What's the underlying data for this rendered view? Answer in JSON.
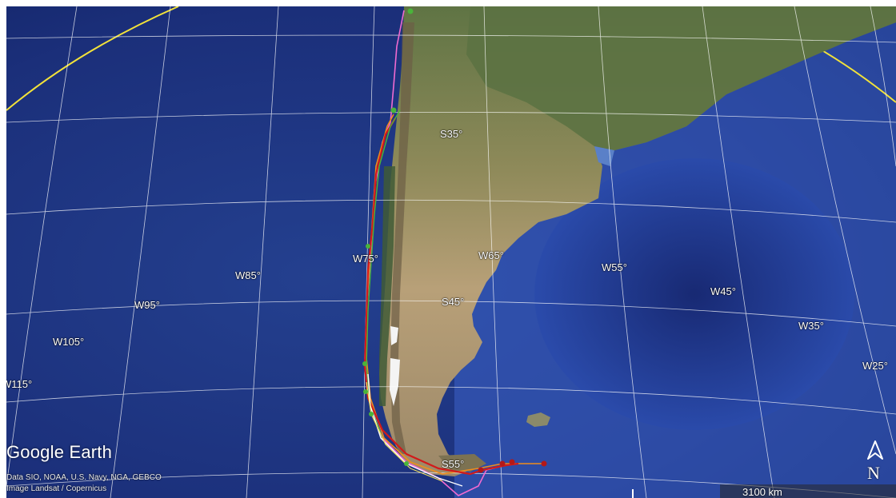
{
  "brand": "Google Earth",
  "attribution": {
    "line1": "Data SIO, NOAA, U.S. Navy, NGA, GEBCO",
    "line2": "Image Landsat / Copernicus"
  },
  "scale": {
    "label": "3100 km"
  },
  "compass": {
    "letter": "N"
  },
  "grid_labels": {
    "s35": "S35°",
    "s45": "S45°",
    "s55": "S55°",
    "w25": "W25°",
    "w35": "W35°",
    "w45": "W45°",
    "w55": "W55°",
    "w65": "W65°",
    "w75": "W75°",
    "w85": "W85°",
    "w95": "W95°",
    "w105": "W105°",
    "w115": "W115°"
  },
  "colors": {
    "ocean_deep": "#1b2f7a",
    "ocean_shelf": "#4a78d8",
    "land_north": "#6b7d4c",
    "land_south": "#b49a74",
    "grid": "#ffffff",
    "horizon_line": "#f2e23a",
    "route_red": "#d21a1a",
    "route_orange": "#f08c1c",
    "route_pink": "#f06ad0",
    "route_green": "#4ab43a",
    "route_white": "#ffffff",
    "route_yellow": "#f0e060"
  }
}
